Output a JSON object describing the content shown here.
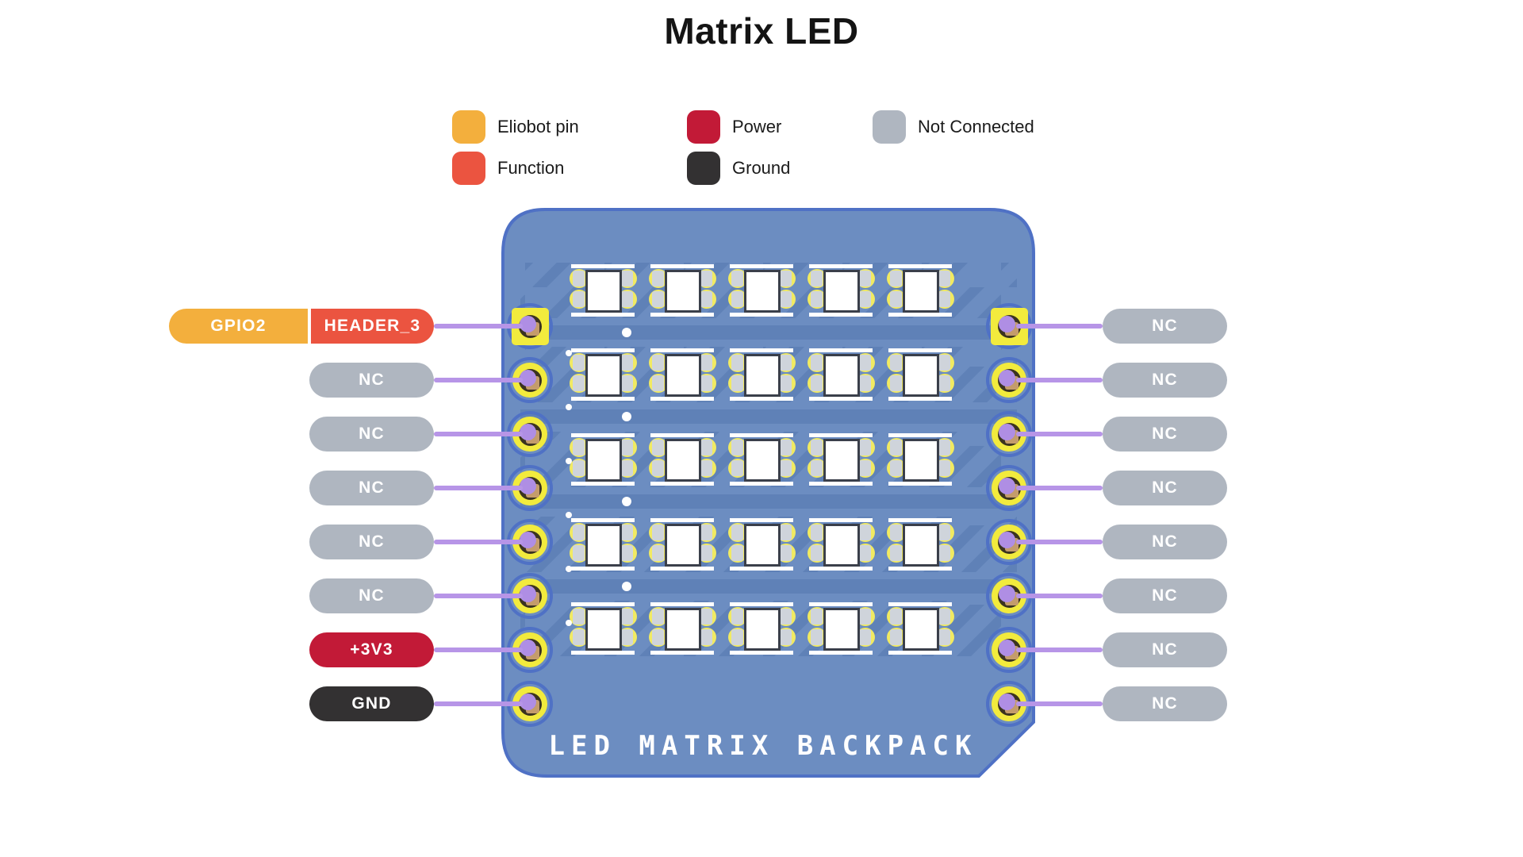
{
  "title": "Matrix LED",
  "legend": {
    "columns": [
      [
        {
          "label": "Eliobot pin",
          "key": "eliobot"
        },
        {
          "label": "Function",
          "key": "function"
        }
      ],
      [
        {
          "label": "Power",
          "key": "power"
        },
        {
          "label": "Ground",
          "key": "ground"
        }
      ],
      [
        {
          "label": "Not Connected",
          "key": "nc"
        }
      ]
    ]
  },
  "board": {
    "name": "LED MATRIX BACKPACK",
    "led_rows": 5,
    "led_cols": 5
  },
  "pins": {
    "left": [
      {
        "labels": [
          {
            "text": "GPIO2",
            "key": "eliobot"
          },
          {
            "text": "HEADER_3",
            "key": "function"
          }
        ]
      },
      {
        "labels": [
          {
            "text": "NC",
            "key": "nc"
          }
        ]
      },
      {
        "labels": [
          {
            "text": "NC",
            "key": "nc"
          }
        ]
      },
      {
        "labels": [
          {
            "text": "NC",
            "key": "nc"
          }
        ]
      },
      {
        "labels": [
          {
            "text": "NC",
            "key": "nc"
          }
        ]
      },
      {
        "labels": [
          {
            "text": "NC",
            "key": "nc"
          }
        ]
      },
      {
        "labels": [
          {
            "text": "+3V3",
            "key": "power"
          }
        ]
      },
      {
        "labels": [
          {
            "text": "GND",
            "key": "ground"
          }
        ]
      }
    ],
    "right": [
      {
        "labels": [
          {
            "text": "NC",
            "key": "nc"
          }
        ]
      },
      {
        "labels": [
          {
            "text": "NC",
            "key": "nc"
          }
        ]
      },
      {
        "labels": [
          {
            "text": "NC",
            "key": "nc"
          }
        ]
      },
      {
        "labels": [
          {
            "text": "NC",
            "key": "nc"
          }
        ]
      },
      {
        "labels": [
          {
            "text": "NC",
            "key": "nc"
          }
        ]
      },
      {
        "labels": [
          {
            "text": "NC",
            "key": "nc"
          }
        ]
      },
      {
        "labels": [
          {
            "text": "NC",
            "key": "nc"
          }
        ]
      },
      {
        "labels": [
          {
            "text": "NC",
            "key": "nc"
          }
        ]
      }
    ]
  },
  "colors": {
    "eliobot": "#F3AF3D",
    "function": "#EB5440",
    "power": "#C21A37",
    "ground": "#333132",
    "nc": "#AFB6C0",
    "board_fill": "#6C8DC1",
    "board_outline": "#4F71C5",
    "trace": "#5F81B7",
    "wire": "#B795E7",
    "pad_yellow": "#F2EB3D",
    "pad_hole": "#3B3320",
    "pad_tan": "#C49C6B",
    "pad_purple": "#AF8EE4",
    "led_pad_gray": "#CFD4DB",
    "led_pad_yellow": "#F1EA62",
    "text_dark": "#141414"
  }
}
